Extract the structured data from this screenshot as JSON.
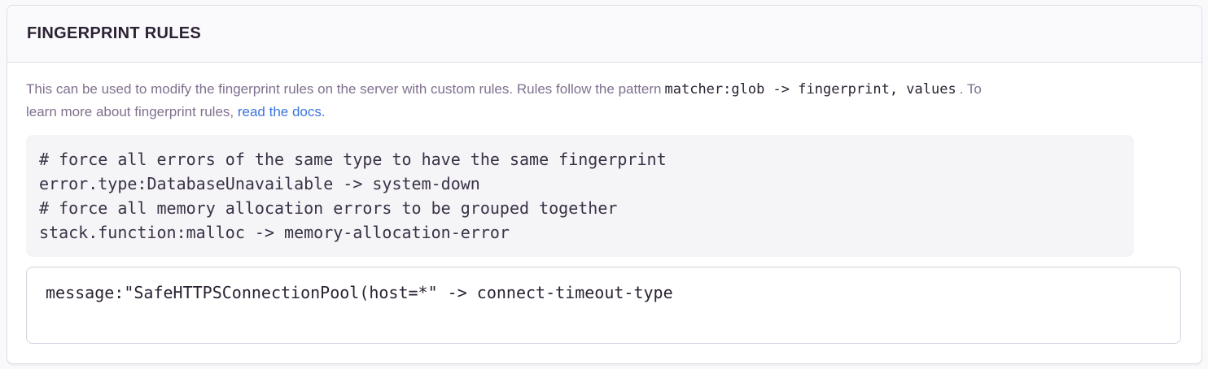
{
  "panel": {
    "title": "FINGERPRINT RULES",
    "description": {
      "part1": "This can be used to modify the fingerprint rules on the server with custom rules. Rules follow the pattern",
      "pattern_code": "matcher:glob -> fingerprint, values",
      "part2": ". To",
      "part3": "learn more about fingerprint rules, ",
      "link_label": "read the docs."
    },
    "example_code": "# force all errors of the same type to have the same fingerprint\nerror.type:DatabaseUnavailable -> system-down\n# force all memory allocation errors to be grouped together\nstack.function:malloc -> memory-allocation-error",
    "rules_input": {
      "value": "message:\"SafeHTTPSConnectionPool(host=*\" -> connect-timeout-type"
    },
    "colors": {
      "heading_text": "#2b2233",
      "body_text": "#80708f",
      "link": "#3c74db",
      "panel_border": "#e0dce5",
      "header_background": "#faf9fb",
      "code_block_background": "#f5f4f7",
      "textarea_border": "#d9d3e0",
      "page_background": "#f9f8fa"
    }
  }
}
